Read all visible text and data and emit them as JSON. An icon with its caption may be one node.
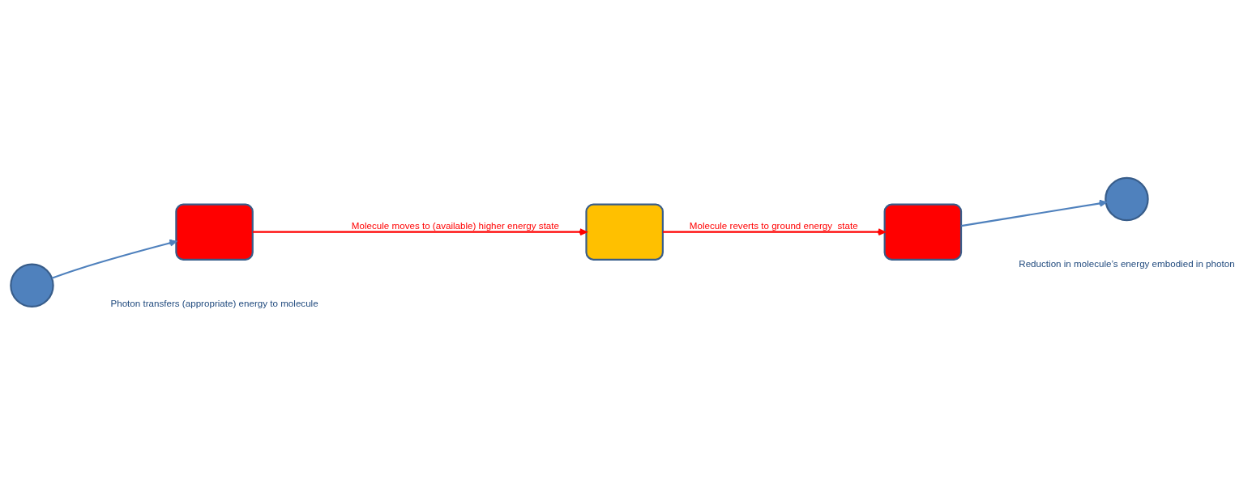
{
  "diagram": {
    "nodes": [
      {
        "text": [],
        "shape": "circle"
      },
      {
        "text": [],
        "shape": "box"
      },
      {
        "text": [],
        "shape": "box"
      },
      {
        "text": [],
        "shape": "box"
      },
      {
        "text": [],
        "shape": "circle"
      }
    ],
    "edges": [
      {
        "from": 0,
        "to": 1,
        "arrow": "to",
        "color": "#4f81bd"
      },
      {
        "from": 1,
        "to": 2,
        "arrow": "to",
        "color": "#ff0000",
        "label": "Molecule moves to (available) higher energy state"
      },
      {
        "from": 2,
        "to": 3,
        "arrow": "to",
        "color": "#ff0000",
        "label": "Molecule reverts to ground energy  state"
      },
      {
        "from": 3,
        "to": 4,
        "arrow": "to",
        "color": "#4f81bd"
      }
    ],
    "labels": [
      "Photon transfers (appropriate) energy to molecule",
      "Reduction in molecule’s energy embodied in photon"
    ]
  }
}
